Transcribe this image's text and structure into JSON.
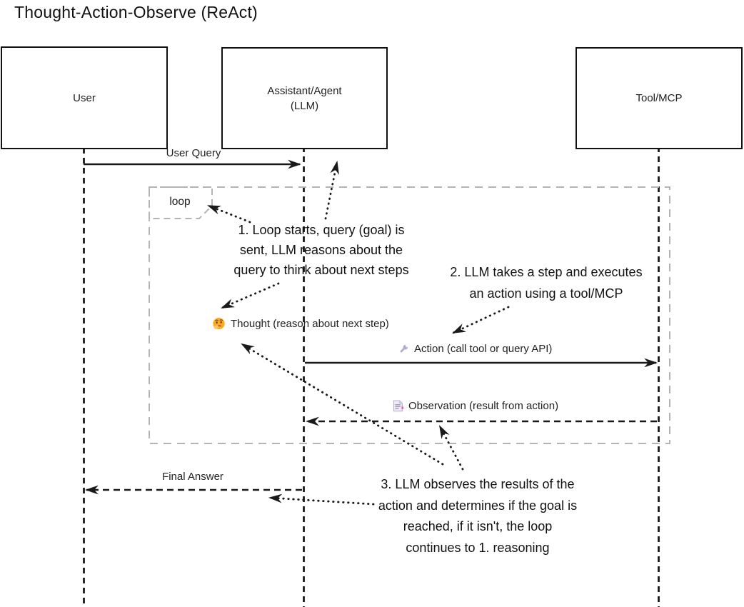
{
  "title": "Thought-Action-Observe (ReAct)",
  "actors": {
    "user": "User",
    "assistant": "Assistant/Agent\n(LLM)",
    "tool": "Tool/MCP"
  },
  "loop": {
    "label": "loop"
  },
  "messages": {
    "user_query": "User Query",
    "thought": "Thought (reason about next step)",
    "action": "Action (call tool or query API)",
    "observation": "Observation (result from action)",
    "final_answer": "Final Answer"
  },
  "annotations": {
    "step1": "1. Loop starts, query (goal) is\nsent, LLM reasons about the\nquery to think about next steps",
    "step2": "2. LLM takes a step and executes\nan action using a tool/MCP",
    "step3": "3. LLM observes the results of the\naction and determines if the goal is\nreached, if it isn't, the loop\ncontinues to 1. reasoning"
  },
  "icons": {
    "thought": "thinking-face-emoji",
    "action": "wrench-icon",
    "observation": "document-icon"
  },
  "colors": {
    "line": "#1a1a1a",
    "loop_border": "#b4b4b4",
    "wrench": "#b3aacb",
    "doc_page": "#eeebf4",
    "doc_accent": "#f05fb5",
    "emoji_face": "#ffa91f"
  }
}
